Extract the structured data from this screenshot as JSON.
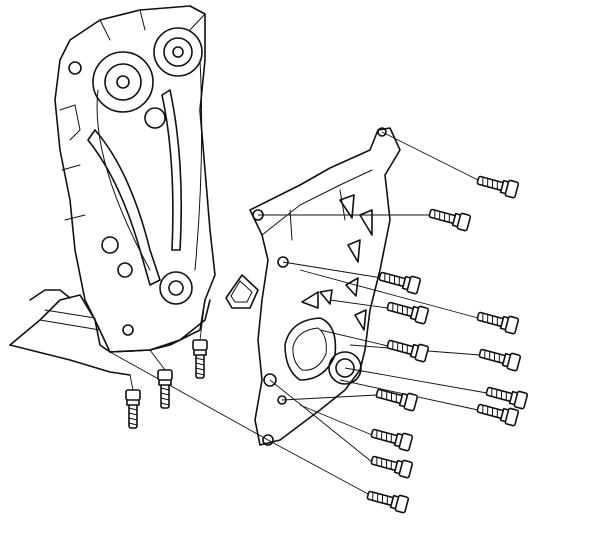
{
  "diagram": {
    "colors": {
      "line": "#111111",
      "background": "#ffffff"
    },
    "parts": {
      "engine_block": "engine-block-with-timing-chain",
      "chain_case": "timing-chain-case-cover",
      "gasket": "o-ring-gasket",
      "bolts_count": 17
    }
  }
}
